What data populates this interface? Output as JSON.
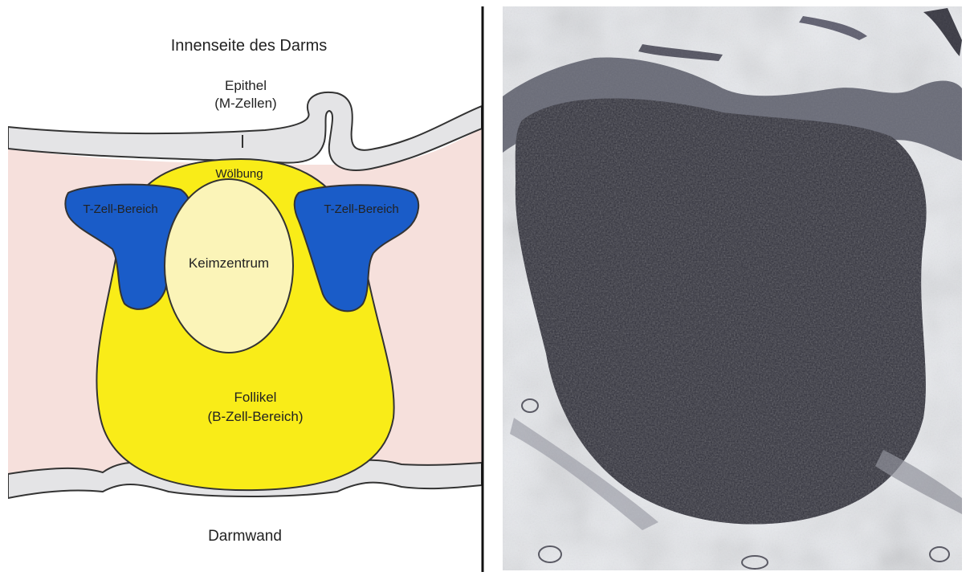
{
  "diagram": {
    "labels": {
      "intestine_inside": "Innenseite des Darms",
      "epithelium": "Epithel",
      "m_cells": "(M-Zellen)",
      "dome": "Wölbung",
      "t_cell_left": "T-Zell-Bereich",
      "t_cell_right": "T-Zell-Bereich",
      "germinal_center": "Keimzentrum",
      "follicle": "Follikel",
      "b_cell_area": "(B-Zell-Bereich)",
      "intestinal_wall": "Darmwand"
    },
    "colors": {
      "background_tissue": "#f6e0dc",
      "epithelium": "#e4e4e6",
      "follicle": "#f9ec18",
      "germinal_center": "#fbf4b8",
      "t_cell_area": "#1a5cc8",
      "micrograph_background": "#e8eaee",
      "micrograph_cells": "#2a2a34"
    }
  },
  "micrograph": {
    "description_icon": "histology-micrograph-icon"
  }
}
